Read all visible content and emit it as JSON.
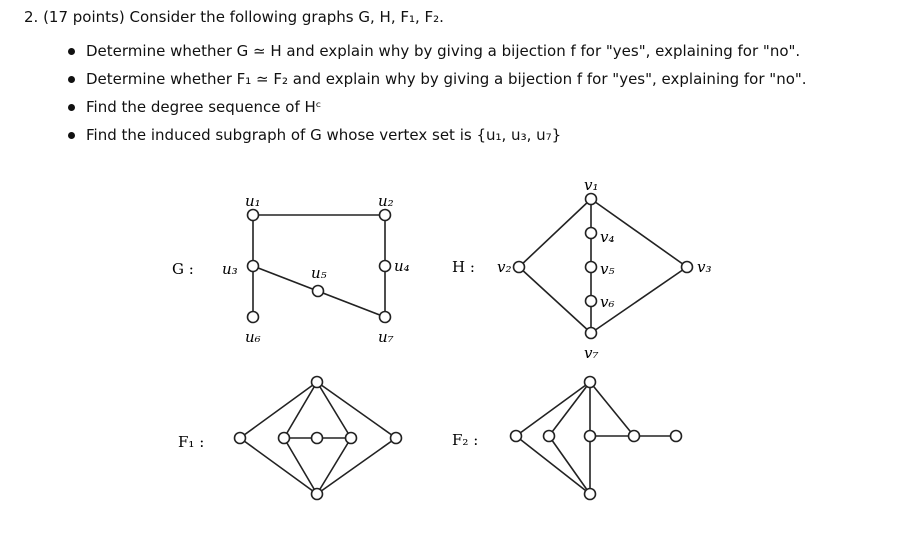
{
  "question": {
    "header": "2. (17 points) Consider the following graphs G, H, F₁, F₂.",
    "bullets": [
      "Determine whether G ≃ H and explain why by giving a bijection f for \"yes\", explaining for \"no\".",
      "Determine whether F₁ ≃ F₂ and explain why by giving a bijection f for \"yes\", explaining for \"no\".",
      "Find the degree sequence of Hᶜ",
      "Find the induced subgraph of G whose vertex set is {u₁, u₃, u₇}"
    ]
  },
  "graphs": {
    "G": {
      "label": "G :",
      "vertices": [
        "u₁",
        "u₂",
        "u₃",
        "u₄",
        "u₅",
        "u₆",
        "u₇"
      ]
    },
    "H": {
      "label": "H :",
      "vertices": [
        "v₁",
        "v₂",
        "v₃",
        "v₄",
        "v₅",
        "v₆",
        "v₇"
      ]
    },
    "F1": {
      "label": "F₁ :"
    },
    "F2": {
      "label": "F₂ :"
    }
  }
}
